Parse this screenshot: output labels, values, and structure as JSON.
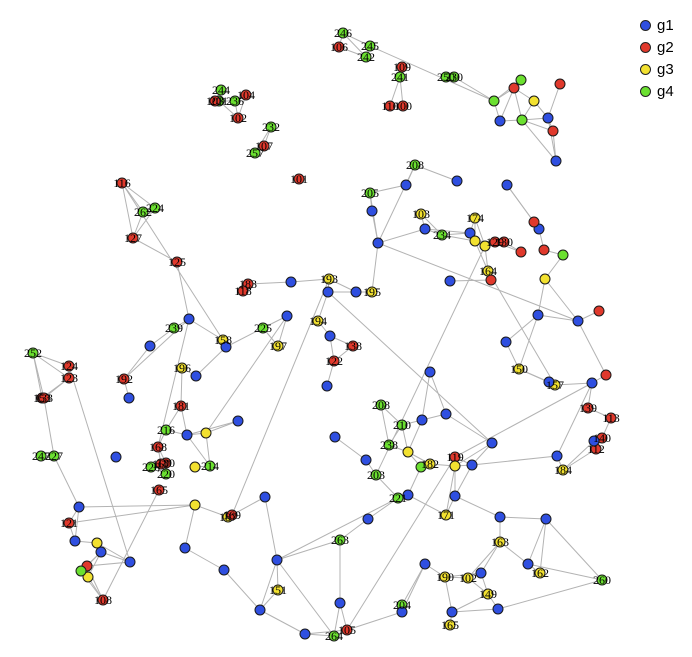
{
  "legend": {
    "items": [
      {
        "label": "g1",
        "color": "#2f4fe0"
      },
      {
        "label": "g2",
        "color": "#e0392c"
      },
      {
        "label": "g3",
        "color": "#f2e130"
      },
      {
        "label": "g4",
        "color": "#6be030"
      }
    ]
  },
  "graph": {
    "nodes": [
      {
        "label": "246",
        "group": "g4"
      },
      {
        "label": "106",
        "group": "g2"
      },
      {
        "label": "245",
        "group": "g4"
      },
      {
        "label": "242",
        "group": "g4"
      },
      {
        "label": "109",
        "group": "g2"
      },
      {
        "label": "241",
        "group": "g4"
      },
      {
        "label": "250",
        "group": "g4"
      },
      {
        "label": "230",
        "group": "g4"
      },
      {
        "label": "110",
        "group": "g2"
      },
      {
        "label": "100",
        "group": "g2"
      },
      {
        "label": "244",
        "group": "g4"
      },
      {
        "label": "201",
        "group": "g4"
      },
      {
        "label": "104",
        "group": "g2"
      },
      {
        "label": "103",
        "group": "g2"
      },
      {
        "label": "236",
        "group": "g4"
      },
      {
        "label": "102",
        "group": "g2"
      },
      {
        "label": "232",
        "group": "g4"
      },
      {
        "label": "107",
        "group": "g2"
      },
      {
        "label": "257",
        "group": "g4"
      },
      {
        "label": "101",
        "group": "g2"
      },
      {
        "label": "205",
        "group": "g4"
      },
      {
        "label": "116",
        "group": "g2"
      },
      {
        "label": "262",
        "group": "g4"
      },
      {
        "label": "224",
        "group": "g4"
      },
      {
        "label": "127",
        "group": "g2"
      },
      {
        "label": "125",
        "group": "g2"
      },
      {
        "label": "129",
        "group": "g2"
      },
      {
        "label": "130",
        "group": "g2"
      },
      {
        "label": "225",
        "group": "g4"
      },
      {
        "label": "208",
        "group": "g4"
      },
      {
        "label": "103",
        "group": "g3"
      },
      {
        "label": "234",
        "group": "g4"
      },
      {
        "label": "174",
        "group": "g3"
      },
      {
        "label": "164",
        "group": "g3"
      },
      {
        "label": "183",
        "group": "g2"
      },
      {
        "label": "118",
        "group": "g2"
      },
      {
        "label": "193",
        "group": "g3"
      },
      {
        "label": "195",
        "group": "g3"
      },
      {
        "label": "138",
        "group": "g2"
      },
      {
        "label": "239",
        "group": "g4"
      },
      {
        "label": "158",
        "group": "g3"
      },
      {
        "label": "194",
        "group": "g3"
      },
      {
        "label": "197",
        "group": "g3"
      },
      {
        "label": "122",
        "group": "g2"
      },
      {
        "label": "124",
        "group": "g2"
      },
      {
        "label": "123",
        "group": "g2"
      },
      {
        "label": "192",
        "group": "g2"
      },
      {
        "label": "153",
        "group": "g2"
      },
      {
        "label": "252",
        "group": "g4"
      },
      {
        "label": "196",
        "group": "g3"
      },
      {
        "label": "181",
        "group": "g2"
      },
      {
        "label": "180",
        "group": "g2"
      },
      {
        "label": "220",
        "group": "g4"
      },
      {
        "label": "187",
        "group": "g3"
      },
      {
        "label": "226",
        "group": "g4"
      },
      {
        "label": "247",
        "group": "g4"
      },
      {
        "label": "216",
        "group": "g4"
      },
      {
        "label": "208",
        "group": "g4"
      },
      {
        "label": "238",
        "group": "g4"
      },
      {
        "label": "203",
        "group": "g4"
      },
      {
        "label": "221",
        "group": "g4"
      },
      {
        "label": "214",
        "group": "g4"
      },
      {
        "label": "210",
        "group": "g4"
      },
      {
        "label": "150",
        "group": "g3"
      },
      {
        "label": "139",
        "group": "g2"
      },
      {
        "label": "113",
        "group": "g2"
      },
      {
        "label": "157",
        "group": "g3"
      },
      {
        "label": "119",
        "group": "g2"
      },
      {
        "label": "168",
        "group": "g2"
      },
      {
        "label": "167",
        "group": "g2"
      },
      {
        "label": "165",
        "group": "g2"
      },
      {
        "label": "169",
        "group": "g2"
      },
      {
        "label": "171",
        "group": "g3"
      },
      {
        "label": "163",
        "group": "g3"
      },
      {
        "label": "162",
        "group": "g3"
      },
      {
        "label": "190",
        "group": "g3"
      },
      {
        "label": "182",
        "group": "g3"
      },
      {
        "label": "149",
        "group": "g3"
      },
      {
        "label": "165",
        "group": "g3"
      },
      {
        "label": "140",
        "group": "g2"
      },
      {
        "label": "102",
        "group": "g3"
      },
      {
        "label": "184",
        "group": "g3"
      },
      {
        "label": "112",
        "group": "g2"
      },
      {
        "label": "260",
        "group": "g4"
      },
      {
        "label": "264",
        "group": "g4"
      },
      {
        "label": "105",
        "group": "g2"
      },
      {
        "label": "263",
        "group": "g4"
      },
      {
        "label": "227",
        "group": "g4"
      },
      {
        "label": "133",
        "group": "g2"
      },
      {
        "label": "121",
        "group": "g2"
      },
      {
        "label": "108",
        "group": "g2"
      },
      {
        "label": "151",
        "group": "g3"
      },
      {
        "label": "204",
        "group": "g4"
      }
    ]
  }
}
